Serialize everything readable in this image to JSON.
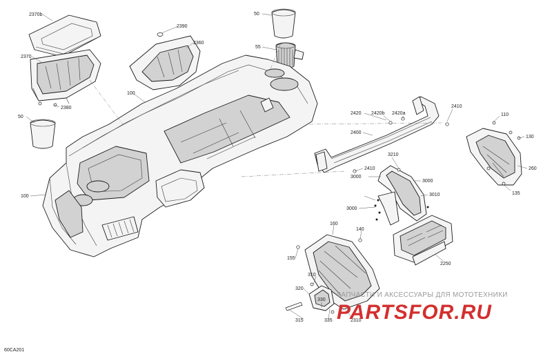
{
  "diagram": {
    "code": "60CA201",
    "labels": {
      "l2370b": "2370b",
      "l2370": "2370",
      "l2380": "2380",
      "l2390": "2390",
      "l2360": "2360",
      "l50a": "50",
      "l50b": "50",
      "l55": "55",
      "l100a": "100",
      "l100b": "100",
      "l2420": "2420",
      "l2420b": "2420b",
      "l2420a": "2420a",
      "l2410a": "2410",
      "l2410b": "2410",
      "l2400": "2400",
      "l110": "110",
      "l130": "130",
      "l260": "260",
      "l135": "135",
      "l3210": "3210",
      "l3000a": "3000",
      "l3000b": "3000",
      "l3000c": "3000",
      "l3010": "3010",
      "l140": "140",
      "l160": "160",
      "l155": "155",
      "l2250": "2250",
      "l310": "310",
      "l320": "320",
      "l315": "315",
      "l330": "330",
      "l335": "335",
      "l2310": "2310"
    }
  },
  "watermark": {
    "line1": "ЗАПЧАСТИ И АКСЕССУАРЫ ДЛЯ МОТОТЕХНИКИ",
    "logo": "PARTSFOR.RU"
  }
}
